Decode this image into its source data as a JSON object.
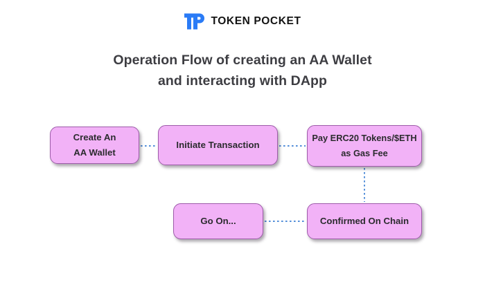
{
  "brand": {
    "logo_icon": "tokenpocket-tp-logo-icon",
    "logo_text_mark": "TP",
    "name": "TOKEN POCKET",
    "logo_color": "#2a7bf6",
    "name_color": "#131313"
  },
  "title": {
    "line1": "Operation Flow of creating an AA Wallet",
    "line2": "and interacting with DApp",
    "color": "#3d3d42"
  },
  "diagram": {
    "node_fill": "#f2b2f7",
    "node_border": "#9d5ba9",
    "connector_color": "#3b7fd4",
    "nodes": [
      {
        "id": "create",
        "label": "Create An\nAA Wallet"
      },
      {
        "id": "initiate",
        "label": "Initiate Transaction"
      },
      {
        "id": "pay",
        "label": "Pay ERC20 Tokens/$ETH\nas Gas Fee"
      },
      {
        "id": "goon",
        "label": "Go On..."
      },
      {
        "id": "confirm",
        "label": "Confirmed On Chain"
      }
    ],
    "connectors": [
      {
        "from": "create",
        "to": "initiate",
        "orientation": "horizontal"
      },
      {
        "from": "initiate",
        "to": "pay",
        "orientation": "horizontal"
      },
      {
        "from": "pay",
        "to": "confirm",
        "orientation": "vertical"
      },
      {
        "from": "confirm",
        "to": "goon",
        "orientation": "horizontal"
      }
    ]
  }
}
